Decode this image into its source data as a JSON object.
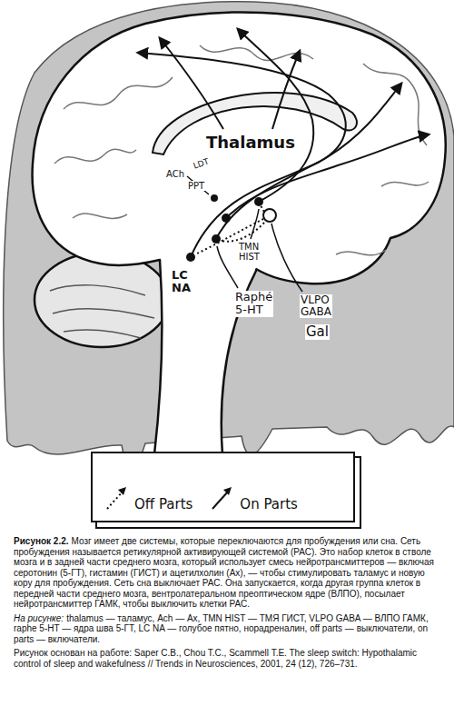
{
  "diagram": {
    "title": "Рисунок 2.2.",
    "caption": "Мозг имеет две системы, которые переключаются для пробуждения или сна. Сеть пробуждения называется ретикулярной активирующей системой (РАС). Это набор клеток в стволе мозга и в задней части среднего мозга, который использует смесь нейротрансмиттеров — включая серотонин (5-ГТ), гистамин (ГИСТ) и ацетилхолин (Ах), — чтобы стимулировать таламус и новую кору для пробуждения. Сеть сна выключает РАС. Она запускается, когда другая группа клеток в передней части среднего мозга, вентролатеральном преоптическом ядре (ВЛПО), посылает нейротрансмиттер ГАМК, чтобы выключить клетки РАС.",
    "labels": [
      "Thalamus",
      "ACh",
      "LDT",
      "PPT",
      "TMN HIST",
      "VLPO GABA",
      "Gal",
      "LC NA",
      "Raphé 5-HT",
      "На рисунке:",
      "thalamus — таламус, Ach — Ах, TMN HIST — ТМЯ ГИСТ, VLPO GABA — ВЛПО ГАМК, raphe 5-HT — ядра шва 5-ГТ, LC NA — голубое пятно, норадреналин, off parts — выключатели, on parts — включатели.",
      "Рисунок основан на работе: Saper C.B., Chou T.C., Scammell T.E. The sleep switch: Hypothalamic control of sleep and wakefulness // Trends in Neurosciences, 2001, 24 (12), 726–731."
    ],
    "legend": [
      {
        "text": "Off Parts"
      },
      {
        "text": "On Parts"
      }
    ]
  }
}
